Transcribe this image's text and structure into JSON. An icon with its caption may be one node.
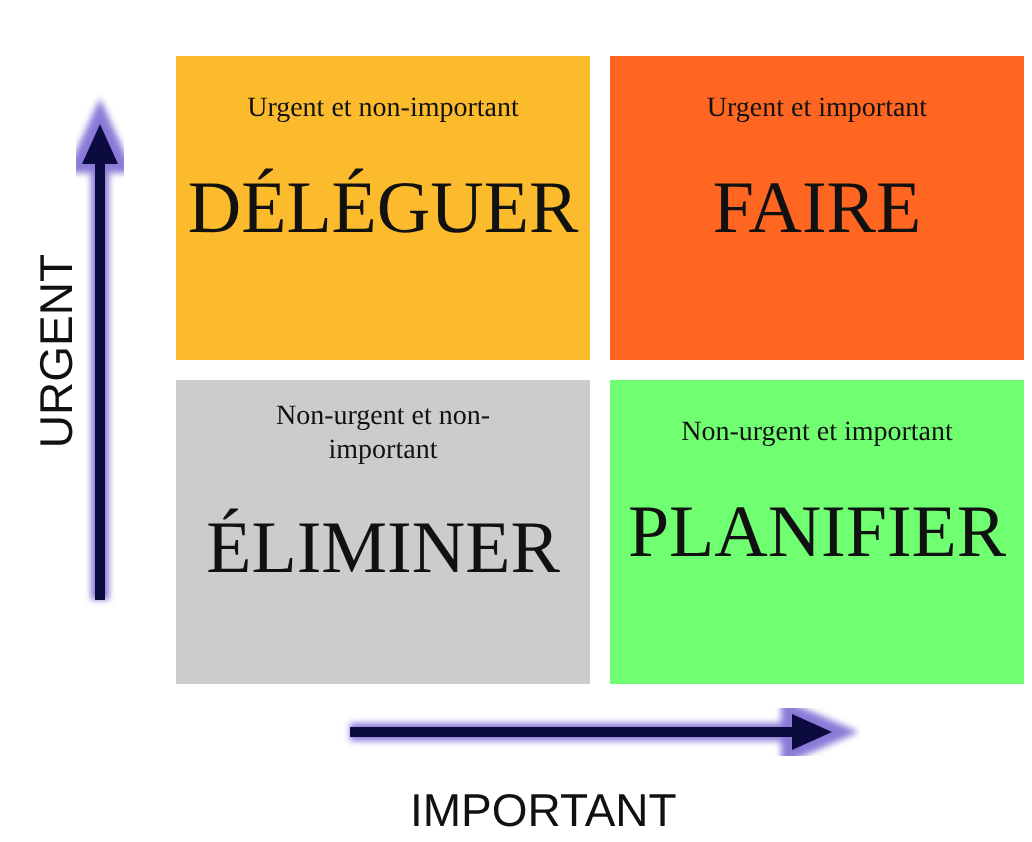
{
  "diagram": {
    "nodes": [
      {
        "text": [
          "Urgent et non-important",
          "DÉLÉGUER"
        ]
      },
      {
        "text": [
          "Urgent et important",
          "FAIRE"
        ]
      },
      {
        "text": [
          "Non-urgent et non-important",
          "ÉLIMINER"
        ]
      },
      {
        "text": [
          "Non-urgent et important",
          "PLANIFIER"
        ]
      }
    ],
    "edges": [],
    "labels": [
      "URGENT",
      "IMPORTANT"
    ]
  }
}
